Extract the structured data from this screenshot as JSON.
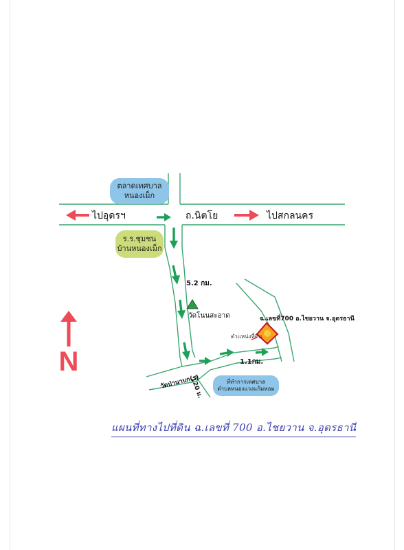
{
  "labels": {
    "market": [
      "ตลาดเทศบาล",
      "หนองเม็ก"
    ],
    "school": [
      "ร.ร.ชุมชน",
      "บ้านหนองเม็ก"
    ],
    "to_udon": "ไปอุดรฯ",
    "nittayo_road": "ถ.นิตโย",
    "to_sakon": "ไปสกลนคร",
    "distance_1": "5.2 กม.",
    "temple": "วัดโนนสะอาด",
    "deed": "ฉ.เลขที่700 อ.ไชยวาน จ.อุดรธานี",
    "land_position": "ตำแหน่งที่ดิน",
    "distance_2": "1.1กม.",
    "road_side": "วัดป่านาบก(ร)",
    "road_width": "120 ม.",
    "office": [
      "ที่ทำการเทศบาล",
      "ตำบลหนองแวงแก้มหอม"
    ],
    "north": "N",
    "caption": "แผนที่ทางไปที่ดิน ฉ.เลขที่ 700 อ.ไชยวาน จ.อุดรธานี"
  },
  "colors": {
    "road": "#3aa66e",
    "route_arrow": "#1fa05a",
    "direction_arrow": "#ec4b57",
    "north_marker": "#ec4b57",
    "market_bubble": "#8ec5e8",
    "school_bubble": "#cddc7a",
    "office_bubble": "#8ec5e8",
    "land_marker": "#f5a31a",
    "land_border": "#c8102e",
    "temple_marker": "#2e9b48",
    "caption": "#3a3fb0"
  },
  "icons": {
    "temple": "triangle-icon",
    "land": "diamond-icon",
    "north": "north-arrow-icon"
  }
}
